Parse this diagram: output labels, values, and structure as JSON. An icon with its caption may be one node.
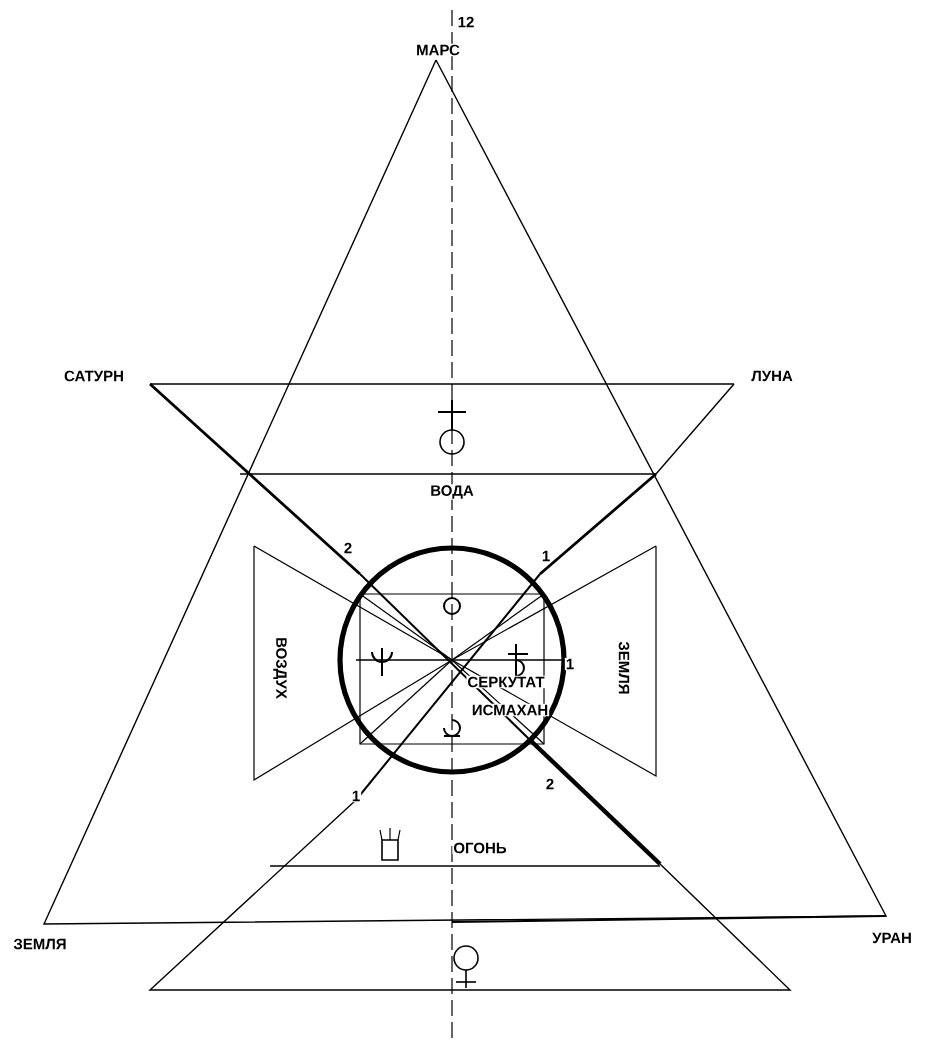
{
  "diagram": {
    "labels": [
      "12",
      "МАРС",
      "САТУРН",
      "ЛУНА",
      "ВОДА",
      "2",
      "1",
      "ВОЗДУХ",
      "ЗЕМЛЯ",
      "1",
      "СЕРКУТАТ",
      "ИСМАХАН",
      "1",
      "2",
      "ОГОНЬ",
      "ЗЕМЛЯ",
      "УРАН"
    ]
  }
}
